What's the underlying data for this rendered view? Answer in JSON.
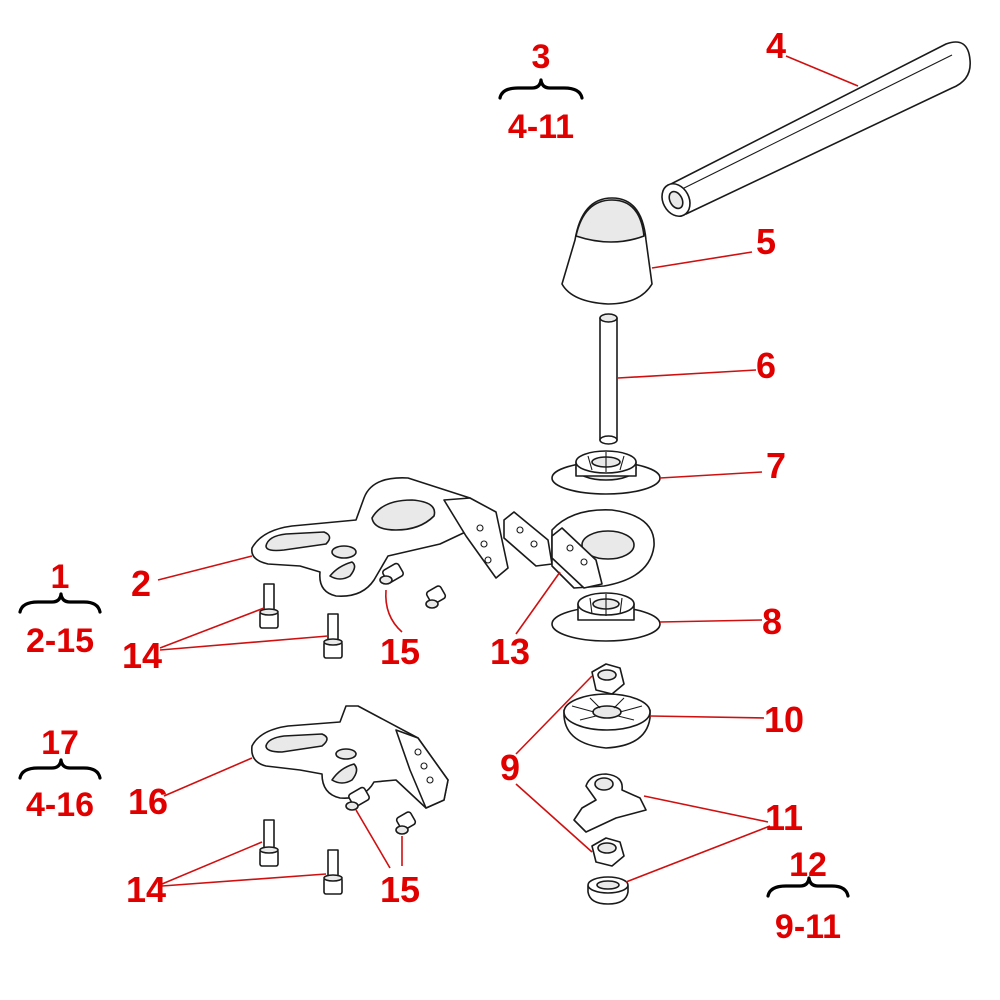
{
  "labels": {
    "p1": "1",
    "p1_range": "2-15",
    "p2": "2",
    "p3": "3",
    "p3_range": "4-11",
    "p4": "4",
    "p5": "5",
    "p6": "6",
    "p7": "7",
    "p8": "8",
    "p9": "9",
    "p10": "10",
    "p11": "11",
    "p12": "12",
    "p12_range": "9-11",
    "p13": "13",
    "p14_upper": "14",
    "p14_lower": "14",
    "p15_upper": "15",
    "p15_lower": "15",
    "p16": "16",
    "p17": "17",
    "p17_range": "4-16"
  },
  "colors": {
    "label": "#e00000",
    "leader": "#d01010",
    "line_art": "#1a1a1a",
    "background": "#ffffff"
  }
}
